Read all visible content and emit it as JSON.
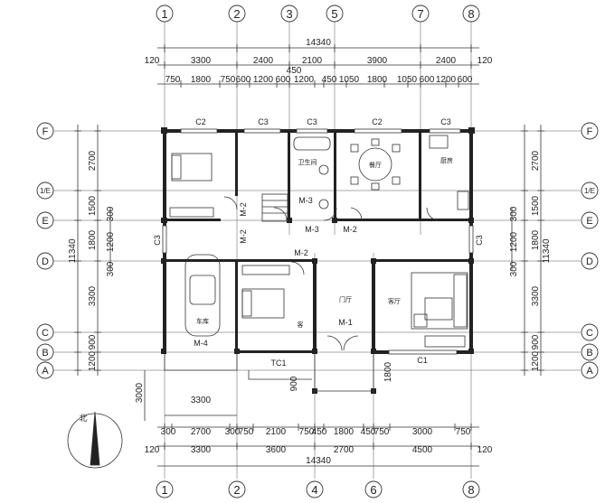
{
  "axes": {
    "top": [
      "1",
      "2",
      "3",
      "5",
      "7",
      "8"
    ],
    "bottom": [
      "1",
      "2",
      "4",
      "6",
      "8"
    ],
    "left": [
      "F",
      "1/E",
      "E",
      "D",
      "C",
      "B",
      "A"
    ],
    "right": [
      "F",
      "1/E",
      "E",
      "D",
      "C",
      "B",
      "A"
    ]
  },
  "dims": {
    "top_total": "14340",
    "top_row1": [
      "3300",
      "2400",
      "2100",
      "3900",
      "2400"
    ],
    "top_end_left": "120",
    "top_end_right": "120",
    "top_mid": "450",
    "top_row2": [
      "750",
      "1800",
      "750",
      "600",
      "1200",
      "600",
      "1200",
      "450",
      "1050",
      "1800",
      "1050",
      "600",
      "1200",
      "600"
    ],
    "bottom_row1": [
      "300",
      "2700",
      "300",
      "750",
      "2100",
      "750",
      "450",
      "1800",
      "450",
      "750",
      "3000",
      "750"
    ],
    "bottom_row2": [
      "3300",
      "3600",
      "2700",
      "4500"
    ],
    "bottom_end_left": "120",
    "bottom_end_right": "120",
    "bottom_total": "14340",
    "left_outer": "11340",
    "left_segments": [
      "2700",
      "1500",
      "1800",
      "3300",
      "900",
      "1200"
    ],
    "left_inner": [
      "300",
      "1200",
      "300"
    ],
    "right_outer": "11340",
    "right_segments": [
      "2700",
      "1500",
      "1800",
      "3300",
      "900",
      "1200"
    ],
    "right_inner": [
      "300",
      "1200",
      "300"
    ],
    "garage_depth": "3000",
    "garage_width": "3300",
    "porch_left": "900",
    "porch_right": "1800"
  },
  "labels": {
    "windows": [
      "C2",
      "C3",
      "C3",
      "C2",
      "C3",
      "C1",
      "TC1"
    ],
    "side_windows": [
      "C3",
      "C3"
    ],
    "doors": [
      "M-2",
      "M-3",
      "M-2",
      "M-3",
      "M-2",
      "M-2",
      "M-1",
      "M-4"
    ],
    "rooms": {
      "bathroom": "卫生间",
      "dining": "餐厅",
      "kitchen": "厨房",
      "living": "客厅",
      "foyer": "门厅",
      "garage": "车库",
      "room_side": "客"
    },
    "north": "北"
  }
}
